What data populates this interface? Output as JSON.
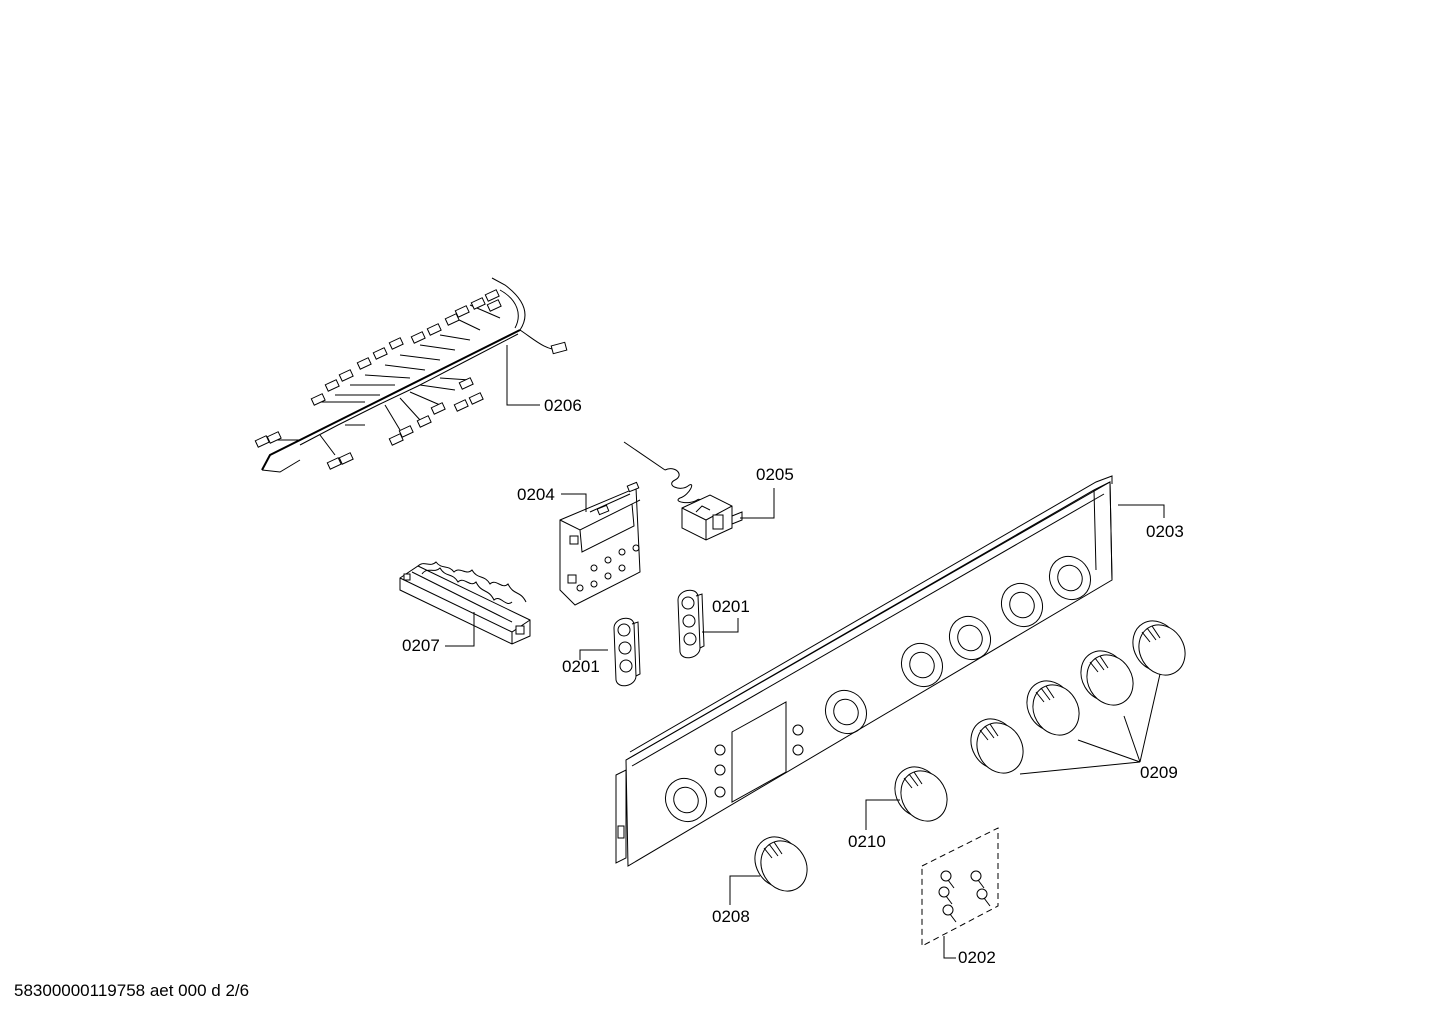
{
  "labels": {
    "p0201a": "0201",
    "p0201b": "0201",
    "p0202": "0202",
    "p0203": "0203",
    "p0204": "0204",
    "p0205": "0205",
    "p0206": "0206",
    "p0207": "0207",
    "p0208": "0208",
    "p0209": "0209",
    "p0210": "0210"
  },
  "footer": "58300000119758 aet 000 d 2/6"
}
